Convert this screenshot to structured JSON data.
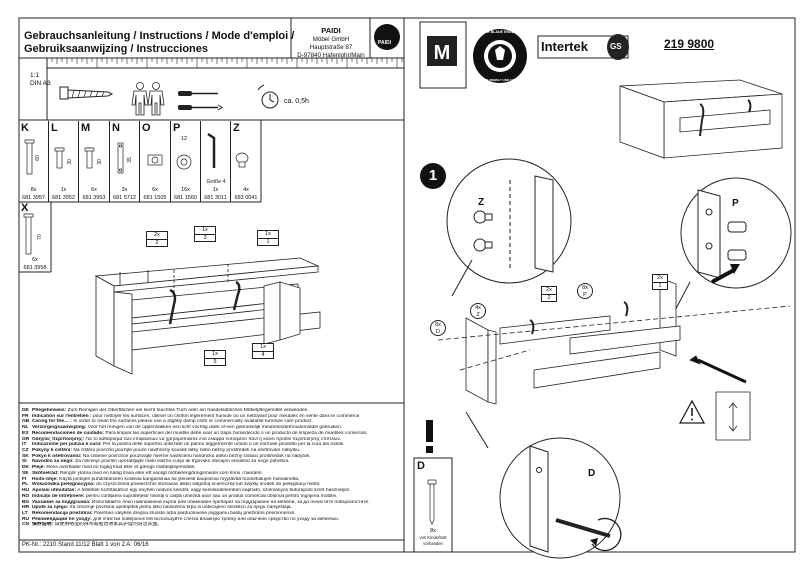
{
  "header": {
    "title_line1": "Gebrauchsanleitung / Instructions / Mode d'emploi /",
    "title_line2": "Gebruiksaanwijzing / Instrucciones",
    "company": "PAIDI",
    "address_line1": "Möbel GmbH",
    "address_line2": "Hauptstraße 87",
    "address_line3": "D-97840 Hafenlohr/Main",
    "logo_text": "PAIDI"
  },
  "scale": {
    "ratio": "1:1",
    "format": "DIN A3"
  },
  "assembly_time": "ca. 0,5h",
  "parts": [
    {
      "letter": "K",
      "dim": "60",
      "qty": "8x",
      "code": "681 3957"
    },
    {
      "letter": "L",
      "dim": "30",
      "qty": "1x",
      "code": "681 3952"
    },
    {
      "letter": "M",
      "dim": "30",
      "qty": "6x",
      "code": "681 3953"
    },
    {
      "letter": "N",
      "dim": "35",
      "qty": "3x",
      "code": "681 5712"
    },
    {
      "letter": "O",
      "dim": "",
      "qty": "6x",
      "code": "681 1505"
    },
    {
      "letter": "P",
      "dim": "12",
      "qty": "16x",
      "code": "681 1560"
    },
    {
      "letter": "",
      "dim": "Größe 4",
      "qty": "1x",
      "code": "681 3011"
    },
    {
      "letter": "Z",
      "dim": "",
      "qty": "4x",
      "code": "683 0041"
    }
  ],
  "part_x": {
    "letter": "X",
    "dim": "70",
    "qty": "6x",
    "code": "681 3958"
  },
  "care_instructions": [
    {
      "lang": "DE",
      "title": "Pflegehinweis:",
      "text": "Zum Reinigen der Oberflächen ein leicht feuchtes Tuch oder ein handelsübliches Möbelpflegemittel verwenden."
    },
    {
      "lang": "FR",
      "title": "Indication sur l'entretien :",
      "text": "pour nettoyer les surfaces, utiliser un chiffon légèrement humide ou un nettoyant pour meubles en vente dans le commerce"
    },
    {
      "lang": "GB",
      "title": "Caring for the… :",
      "text": "In order to clean the surfaces please use a slightly damp cloth or commercially available furniture care product."
    },
    {
      "lang": "NL",
      "title": "Verzorgingsaanwijzing:",
      "text": "Voor het reinigen van de oppervlakken een licht vochtig doek of een gebruikelijk meubelonderhoudsmiddel gebruiken."
    },
    {
      "lang": "ES",
      "title": "Recomendaciones de cuidado:",
      "text": "Para limpiar las superficies del mueble debe usar un trapo humedecido o un producto de limpieza de muebles comercial."
    },
    {
      "lang": "GR",
      "title": "Οδηγίες περιποίησης:",
      "text": "Για το καθάρισμα των επιφανειών να χρησιμοποιείτε ένα ελαφρά νοτισμένο πανί ή κοινό προϊόν περιποίησης επίπλων."
    },
    {
      "lang": "IT",
      "title": "Indicazione per pulizia e cura:",
      "text": "Per la pulizia delle superfici utilizzate un panno leggermente umido o un normale prodotto per la cura dei mobili."
    },
    {
      "lang": "CZ",
      "title": "Pokyny k čištění:",
      "text": "Na čištění povrchů použijte pouze navlhčený kousek látky nebo běžný prostředek na ošetřování nábytku."
    },
    {
      "lang": "SK",
      "title": "Pokyn k ošetrovaniu:",
      "text": "Na čistenie povrchov používajte mierne navlhčenú handričku alebo bežný čistiaci prostriedok na nábytok."
    },
    {
      "lang": "SI",
      "title": "Navodilo za nego:",
      "text": "Za čiščenje površin uporabljajte malo vlažno cunjo ali trgovsko običajno sredstvo za nego pohištva."
    },
    {
      "lang": "DK",
      "title": "Pleje:",
      "text": "Rens overflader med en fugtig klud eller et gængs møbelplejemiddel."
    },
    {
      "lang": "SE",
      "title": "Skötselråd:",
      "text": "Rengör ytorna med en fuktig trasa eller ett vanligt möbelrengöringsmedel som finns i handeln."
    },
    {
      "lang": "FI",
      "title": "Hoito-ohje:",
      "text": "Käytä pintojen puhdistukseen kosteaa kangasliinaa tai yleisesti kaupoissa myytävää huonekalujen hoitoainetta."
    },
    {
      "lang": "PL",
      "title": "Wskazówka pielęgnacyjna:",
      "text": "do czyszczenia powierzchni stosować lekko wilgotną ściereczkę lub zwykły środek do pielęgnacji mebli."
    },
    {
      "lang": "HU",
      "title": "Ápolási útmutatás:",
      "text": "A felületek tisztításához egy enyhén nedves kendőt, vagy kereskedelemben kapható, szokványos bútorápoló szert használjon."
    },
    {
      "lang": "RO",
      "title": "Indicații de întreținere:",
      "text": "pentru curățarea suprafețelor folosiți o cârpă umezită ușor sau un produs comercial obișnuit pentru îngrijirea mobilei."
    },
    {
      "lang": "BG",
      "title": "Указание за поддръжка:",
      "text": "Използвайте леко навлажнена кърпа или обикновен препарат за поддържане на мебели, за да почистите повърхностите."
    },
    {
      "lang": "HR",
      "title": "Upute za njegu:",
      "text": "Za čišćenje površina upotrijebiti jednu lako navlaženu krpu ili uobičajeno sredstvo za njegu namještaja."
    },
    {
      "lang": "LT",
      "title": "Rekomendacija priežiūrai:",
      "text": "Paviršius valykite drėgna šluoste arba parduotuvėse įsigyjamu baldų priežiūros priemonėmis."
    },
    {
      "lang": "RU",
      "title": "Рекомендации по уходу:",
      "text": "для очистки поверхностей используйте слегка влажную тряпку или обычное средство по уходу за мебелью."
    },
    {
      "lang": "CN",
      "title": "保养说明:",
      "text": "请使用略湿的抹布或者普通家具护理剂清洁表面。"
    }
  ],
  "footer": "PK-Nr.: 2210   Stand 11/12   Blatt 1 von 2   A: 06/16",
  "article_number": "219 9800",
  "badges": {
    "intertek": "Intertek",
    "gs": "GS",
    "blue_angel_top": "DER BLAUE ENGEL",
    "blue_angel_bottom": "SCHÜTZT UMWELT UND GESUNDHEIT"
  },
  "left_labels": [
    {
      "qty": "2x",
      "part": "2"
    },
    {
      "qty": "1x",
      "part": "3"
    },
    {
      "qty": "1x",
      "part": "1"
    },
    {
      "qty": "1x",
      "part": "5"
    },
    {
      "qty": "1x",
      "part": "4"
    }
  ],
  "step": "1",
  "detail_labels": {
    "z": "Z",
    "p": "P",
    "d": "D",
    "d_qty": "8x",
    "d_note1": "von Kinderbett",
    "d_note2": "vorhanden"
  },
  "right_labels": [
    {
      "qty": "4x",
      "part": "Z"
    },
    {
      "qty": "2x",
      "part": "2"
    },
    {
      "qty": "8x",
      "part": "P"
    },
    {
      "qty": "2x",
      "part": "1"
    },
    {
      "qty": "8x",
      "part": "D"
    }
  ],
  "warning_symbol": "!",
  "caution_symbol": "!"
}
